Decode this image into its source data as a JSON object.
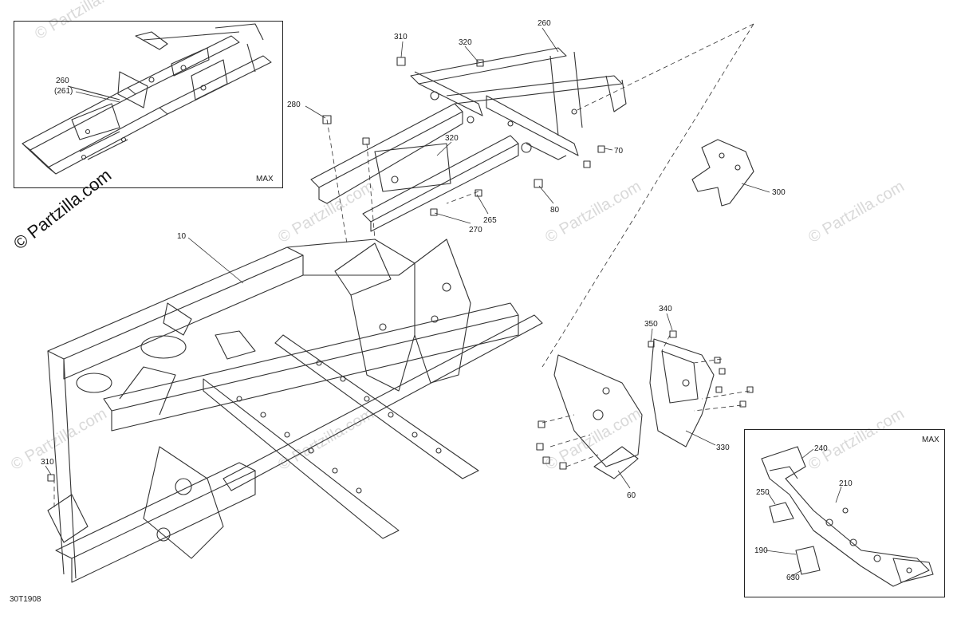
{
  "diagram": {
    "callouts": [
      "310",
      "320",
      "260",
      "280",
      "320",
      "70",
      "80",
      "265",
      "270",
      "300",
      "10",
      "340",
      "350",
      "330",
      "60",
      "310"
    ],
    "inset_top_left": {
      "callout_1": "260",
      "callout_2": "(261)",
      "tag": "MAX"
    },
    "inset_bottom_right": {
      "callouts": [
        "240",
        "250",
        "210",
        "190",
        "630"
      ],
      "tag": "MAX"
    },
    "drawing_code": "30T1908",
    "watermark": "© Partzilla.com",
    "watermark_main": "© Partzilla.com",
    "colors": {
      "line": "#333333",
      "watermark": "#d9d9d9",
      "background": "#ffffff"
    }
  }
}
